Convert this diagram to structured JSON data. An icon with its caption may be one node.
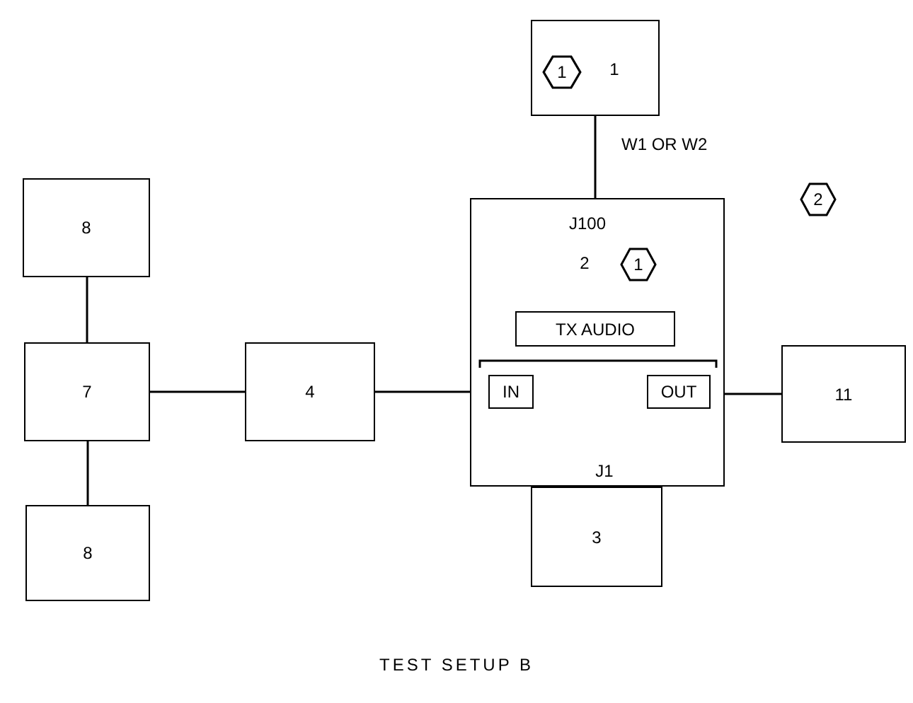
{
  "diagram": {
    "caption": "TEST SETUP B",
    "nodes": [
      {
        "text": [
          "1"
        ]
      },
      {
        "text": [
          "1"
        ],
        "in": 0
      },
      {
        "text": [
          "J100",
          "2",
          "J1"
        ]
      },
      {
        "text": [
          "1"
        ],
        "in": 2
      },
      {
        "text": [
          "TX AUDIO"
        ],
        "in": 2
      },
      {
        "text": [
          "IN"
        ],
        "in": 2
      },
      {
        "text": [
          "OUT"
        ],
        "in": 2
      },
      {
        "text": [
          "3"
        ]
      },
      {
        "text": [
          "11"
        ]
      },
      {
        "text": [
          "4"
        ]
      },
      {
        "text": [
          "7"
        ]
      },
      {
        "text": [
          "8"
        ]
      },
      {
        "text": [
          "8"
        ]
      },
      {
        "text": [
          "2"
        ]
      }
    ],
    "edges": [
      {
        "from": 0,
        "to": 2,
        "arrow": "none",
        "label": "W1 OR W2"
      },
      {
        "from": 9,
        "to": 2,
        "arrow": "none"
      },
      {
        "from": 2,
        "to": 8,
        "arrow": "none"
      },
      {
        "from": 10,
        "to": 9,
        "arrow": "none"
      },
      {
        "from": 11,
        "to": 10,
        "arrow": "none"
      },
      {
        "from": 10,
        "to": 12,
        "arrow": "none"
      }
    ]
  }
}
